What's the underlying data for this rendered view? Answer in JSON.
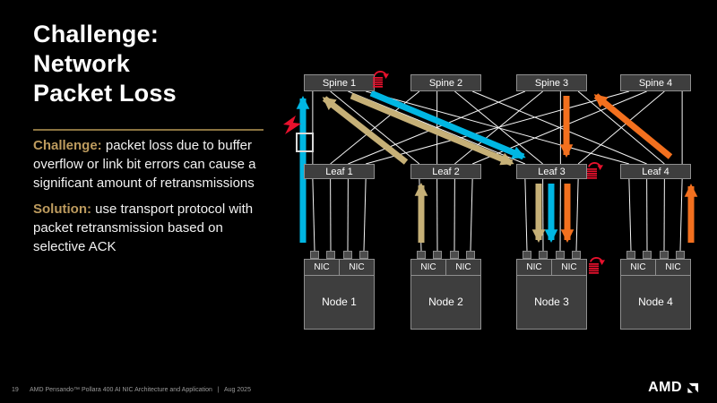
{
  "slide": {
    "title_lines": [
      "Challenge:",
      "Network",
      "Packet Loss"
    ],
    "challenge_label": "Challenge:",
    "challenge_text": " packet loss due to buffer overflow or link bit errors can cause a significant amount of retransmissions",
    "solution_label": "Solution:",
    "solution_text": " use transport protocol with packet retransmission based on selective ACK"
  },
  "diagram": {
    "spines": [
      "Spine 1",
      "Spine 2",
      "Spine 3",
      "Spine 4"
    ],
    "leaves": [
      "Leaf 1",
      "Leaf 2",
      "Leaf 3",
      "Leaf 4"
    ],
    "nodes": [
      "Node 1",
      "Node 2",
      "Node 3",
      "Node 4"
    ],
    "nic_label": "NIC",
    "flows": [
      {
        "name": "cyan-flow",
        "color_key": "cyan",
        "route": "Node 1 NIC → Spine 1 → Leaf 3 → Node 3 NIC"
      },
      {
        "name": "tan-flow",
        "color_key": "tan",
        "route": "Node 2 NIC → Leaf 2 → Spine 1 → Leaf 3 → Node 3 NIC"
      },
      {
        "name": "orange-flow",
        "color_key": "orange",
        "route": "Node 4 NIC → Leaf 4 → Spine 3 → Leaf 3 → Node 3 NIC"
      }
    ],
    "annotations": [
      {
        "icon": "packet-retransmit-icon",
        "at": "Spine 1"
      },
      {
        "icon": "packet-retransmit-icon",
        "at": "Leaf 3"
      },
      {
        "icon": "packet-retransmit-icon",
        "at": "Node 3"
      },
      {
        "icon": "bit-error-lightning-icon",
        "at": "Node 1 to Spine 1 link"
      },
      {
        "icon": "packet-outline-icon",
        "at": "Node 1 to Spine 1 link"
      }
    ],
    "colors": {
      "cyan": "#00b6e3",
      "tan": "#c6b077",
      "orange": "#f3701e",
      "red": "#e8112d",
      "gold": "#bd9b5e",
      "gold_dark": "#8a7340",
      "box_fill": "#3e3e3e",
      "box_border": "#8f8f8f",
      "line": "#f5f5f5"
    }
  },
  "footer": {
    "page_number": "19",
    "text": "AMD Pensando™ Pollara 400 AI NIC Architecture and Application   |   Aug 2025",
    "logo_text": "AMD"
  }
}
